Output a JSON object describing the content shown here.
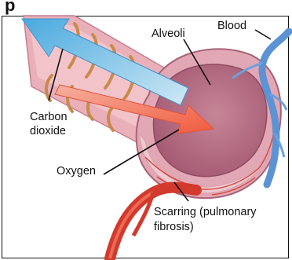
{
  "header": {
    "partial_title": "p"
  },
  "labels": {
    "alveoli": "Alveoli",
    "blood": "Blood",
    "carbon_dioxide_line1": "Carbon",
    "carbon_dioxide_line2": "dioxide",
    "oxygen": "Oxygen",
    "scarring_line1": "Scarring (pulmonary",
    "scarring_line2": "fibrosis)"
  },
  "colors": {
    "tissue": "#d99aa8",
    "alveolus_interior": "#b86d84",
    "airway": "#e7a6b0",
    "cartilage_ring": "#c98a4a",
    "co2_arrow": "#5fb4df",
    "o2_arrow": "#f26b4f",
    "vein": "#6a9fd8",
    "artery": "#d83a2e",
    "scar": "#efc9cf"
  }
}
